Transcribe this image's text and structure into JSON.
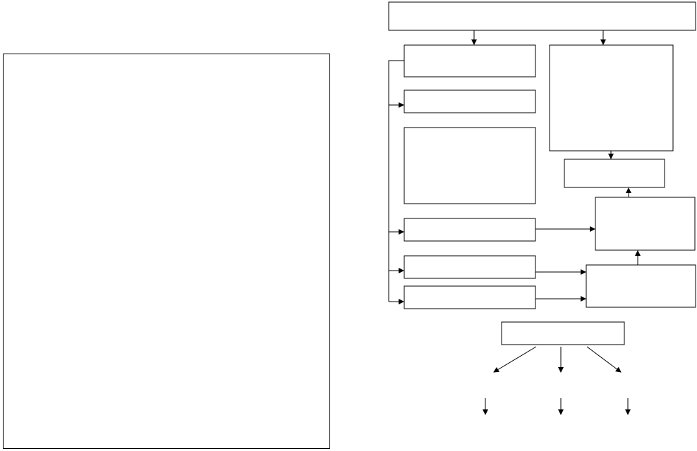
{
  "colors": {
    "background": "#ffffff",
    "stroke": "#000000"
  },
  "left_panel": {
    "text": ""
  },
  "flowchart": {
    "boxes": [
      {
        "id": "top-bar",
        "label": ""
      },
      {
        "id": "box-a1",
        "label": ""
      },
      {
        "id": "box-right-tall",
        "label": ""
      },
      {
        "id": "box-a2",
        "label": ""
      },
      {
        "id": "box-a3-tall",
        "label": ""
      },
      {
        "id": "box-right-small",
        "label": ""
      },
      {
        "id": "box-right-mid",
        "label": ""
      },
      {
        "id": "box-a4",
        "label": ""
      },
      {
        "id": "box-a5",
        "label": ""
      },
      {
        "id": "box-right-bottom",
        "label": ""
      },
      {
        "id": "box-a6",
        "label": ""
      },
      {
        "id": "box-center-bottom",
        "label": ""
      }
    ]
  }
}
